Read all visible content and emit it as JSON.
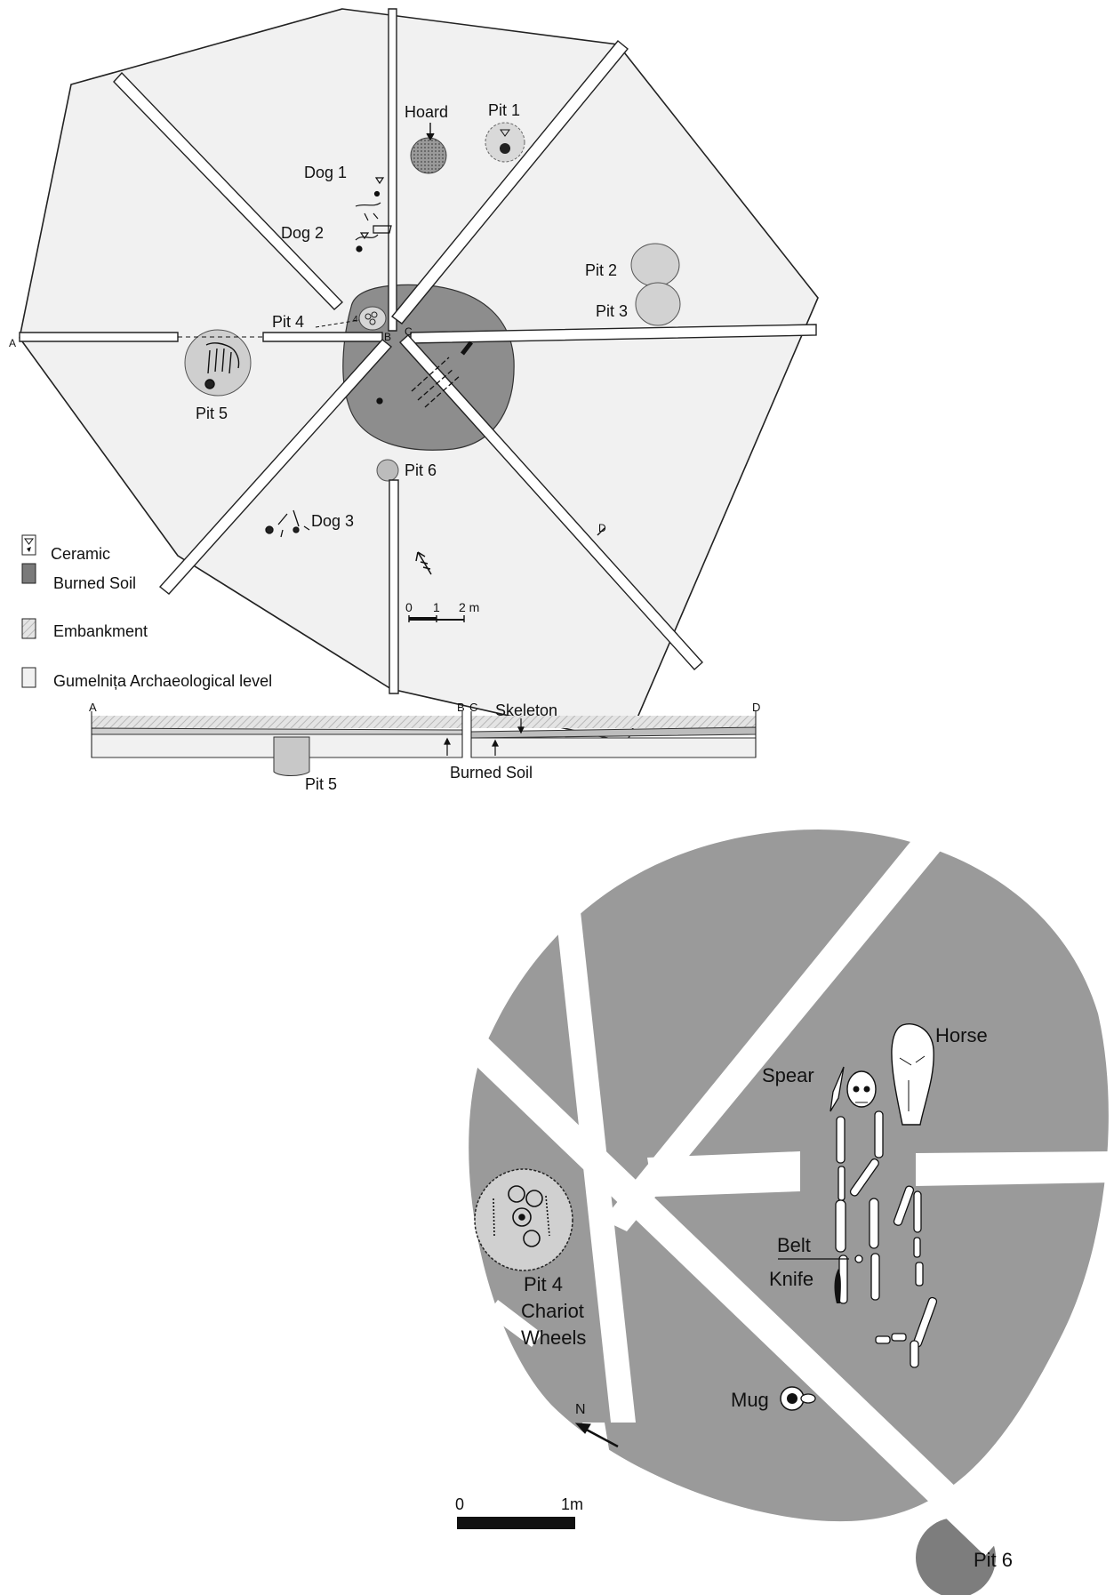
{
  "plan": {
    "labels": {
      "hoard": "Hoard",
      "pit1": "Pit 1",
      "dog1": "Dog 1",
      "dog2": "Dog 2",
      "pit2": "Pit 2",
      "pit3": "Pit 3",
      "pit4": "Pit 4",
      "pit5": "Pit 5",
      "pit6": "Pit 6",
      "dog3": "Dog 3",
      "point_a": "A",
      "point_b": "B",
      "point_c": "C",
      "point_d": "D",
      "pit4_number": "4"
    },
    "scale": {
      "zero": "0",
      "one": "1",
      "two": "2 m"
    }
  },
  "legend": {
    "items": [
      {
        "label": "Ceramic",
        "swatch": "ceramic"
      },
      {
        "label": "Burned Soil",
        "swatch": "burned"
      },
      {
        "label": "Embankment",
        "swatch": "embankment"
      },
      {
        "label": "Gumelnița Archaeological level",
        "swatch": "level"
      }
    ]
  },
  "section": {
    "labels": {
      "a": "A",
      "b": "B",
      "c": "C",
      "d": "D",
      "skeleton": "Skeleton",
      "burned_soil": "Burned Soil",
      "pit5": "Pit 5"
    }
  },
  "detail": {
    "labels": {
      "horse": "Horse",
      "spear": "Spear",
      "belt": "Belt",
      "knife": "Knife",
      "pit4": "Pit 4",
      "chariot": "Chariot",
      "wheels": "Wheels",
      "mug": "Mug",
      "north": "N",
      "pit6": "Pit 6",
      "scale_zero": "0",
      "scale_one": "1m"
    }
  },
  "colors": {
    "level_fill": "#f1f1f1",
    "embankment_fill": "#d2d2d2",
    "burned_fill": "#8a8a8a",
    "detail_fill": "#9a9a9a",
    "pit6_fill": "#7d7d7d",
    "ink": "#111111"
  }
}
